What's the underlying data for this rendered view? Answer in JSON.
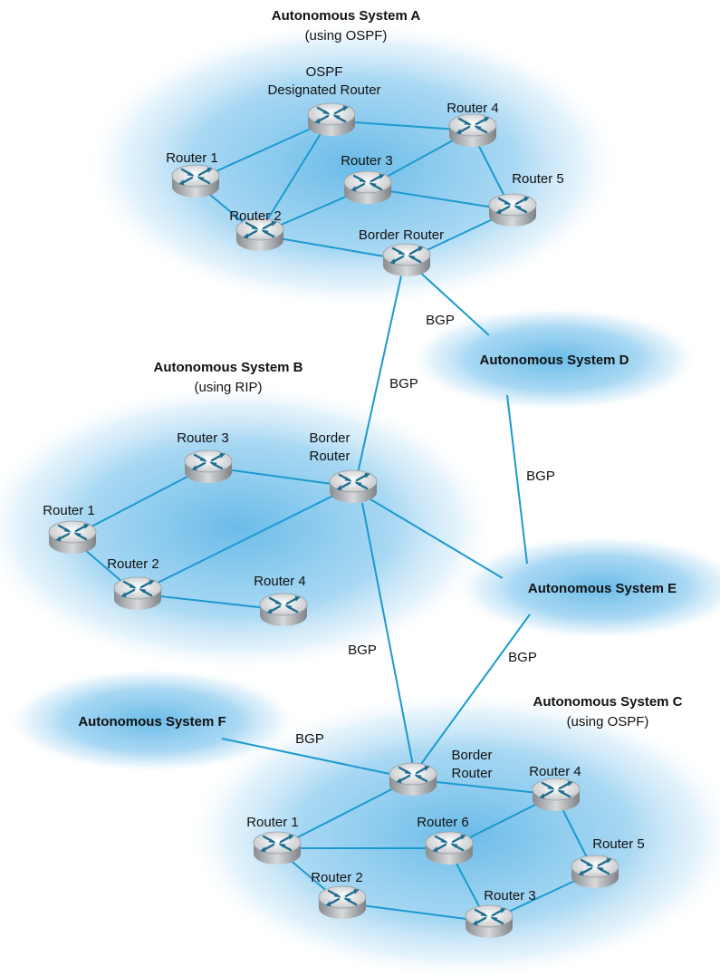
{
  "systems": {
    "a": {
      "title": "Autonomous System A",
      "subtitle": "(using OSPF)"
    },
    "b": {
      "title": "Autonomous System B",
      "subtitle": "(using RIP)"
    },
    "c": {
      "title": "Autonomous System C",
      "subtitle": "(using OSPF)"
    },
    "d": {
      "title": "Autonomous System D"
    },
    "e": {
      "title": "Autonomous System E"
    },
    "f": {
      "title": "Autonomous System F"
    }
  },
  "as_a": {
    "dr_line1": "OSPF",
    "dr_line2": "Designated Router",
    "r1": "Router 1",
    "r2": "Router 2",
    "r3": "Router 3",
    "r4": "Router 4",
    "r5": "Router 5",
    "border": "Border Router"
  },
  "as_b": {
    "r1": "Router 1",
    "r2": "Router 2",
    "r3": "Router 3",
    "r4": "Router 4",
    "border_line1": "Border",
    "border_line2": "Router"
  },
  "as_c": {
    "r1": "Router 1",
    "r2": "Router 2",
    "r3": "Router 3",
    "r4": "Router 4",
    "r5": "Router 5",
    "r6": "Router 6",
    "border_line1": "Border",
    "border_line2": "Router"
  },
  "protocol": {
    "bgp": "BGP"
  },
  "colors": {
    "cloud": "#5ab4e6",
    "link": "#1b9ad0",
    "router_body": "#c9cbcd",
    "router_top": "#eef0f1",
    "router_arrows": "#1c6e8f"
  }
}
